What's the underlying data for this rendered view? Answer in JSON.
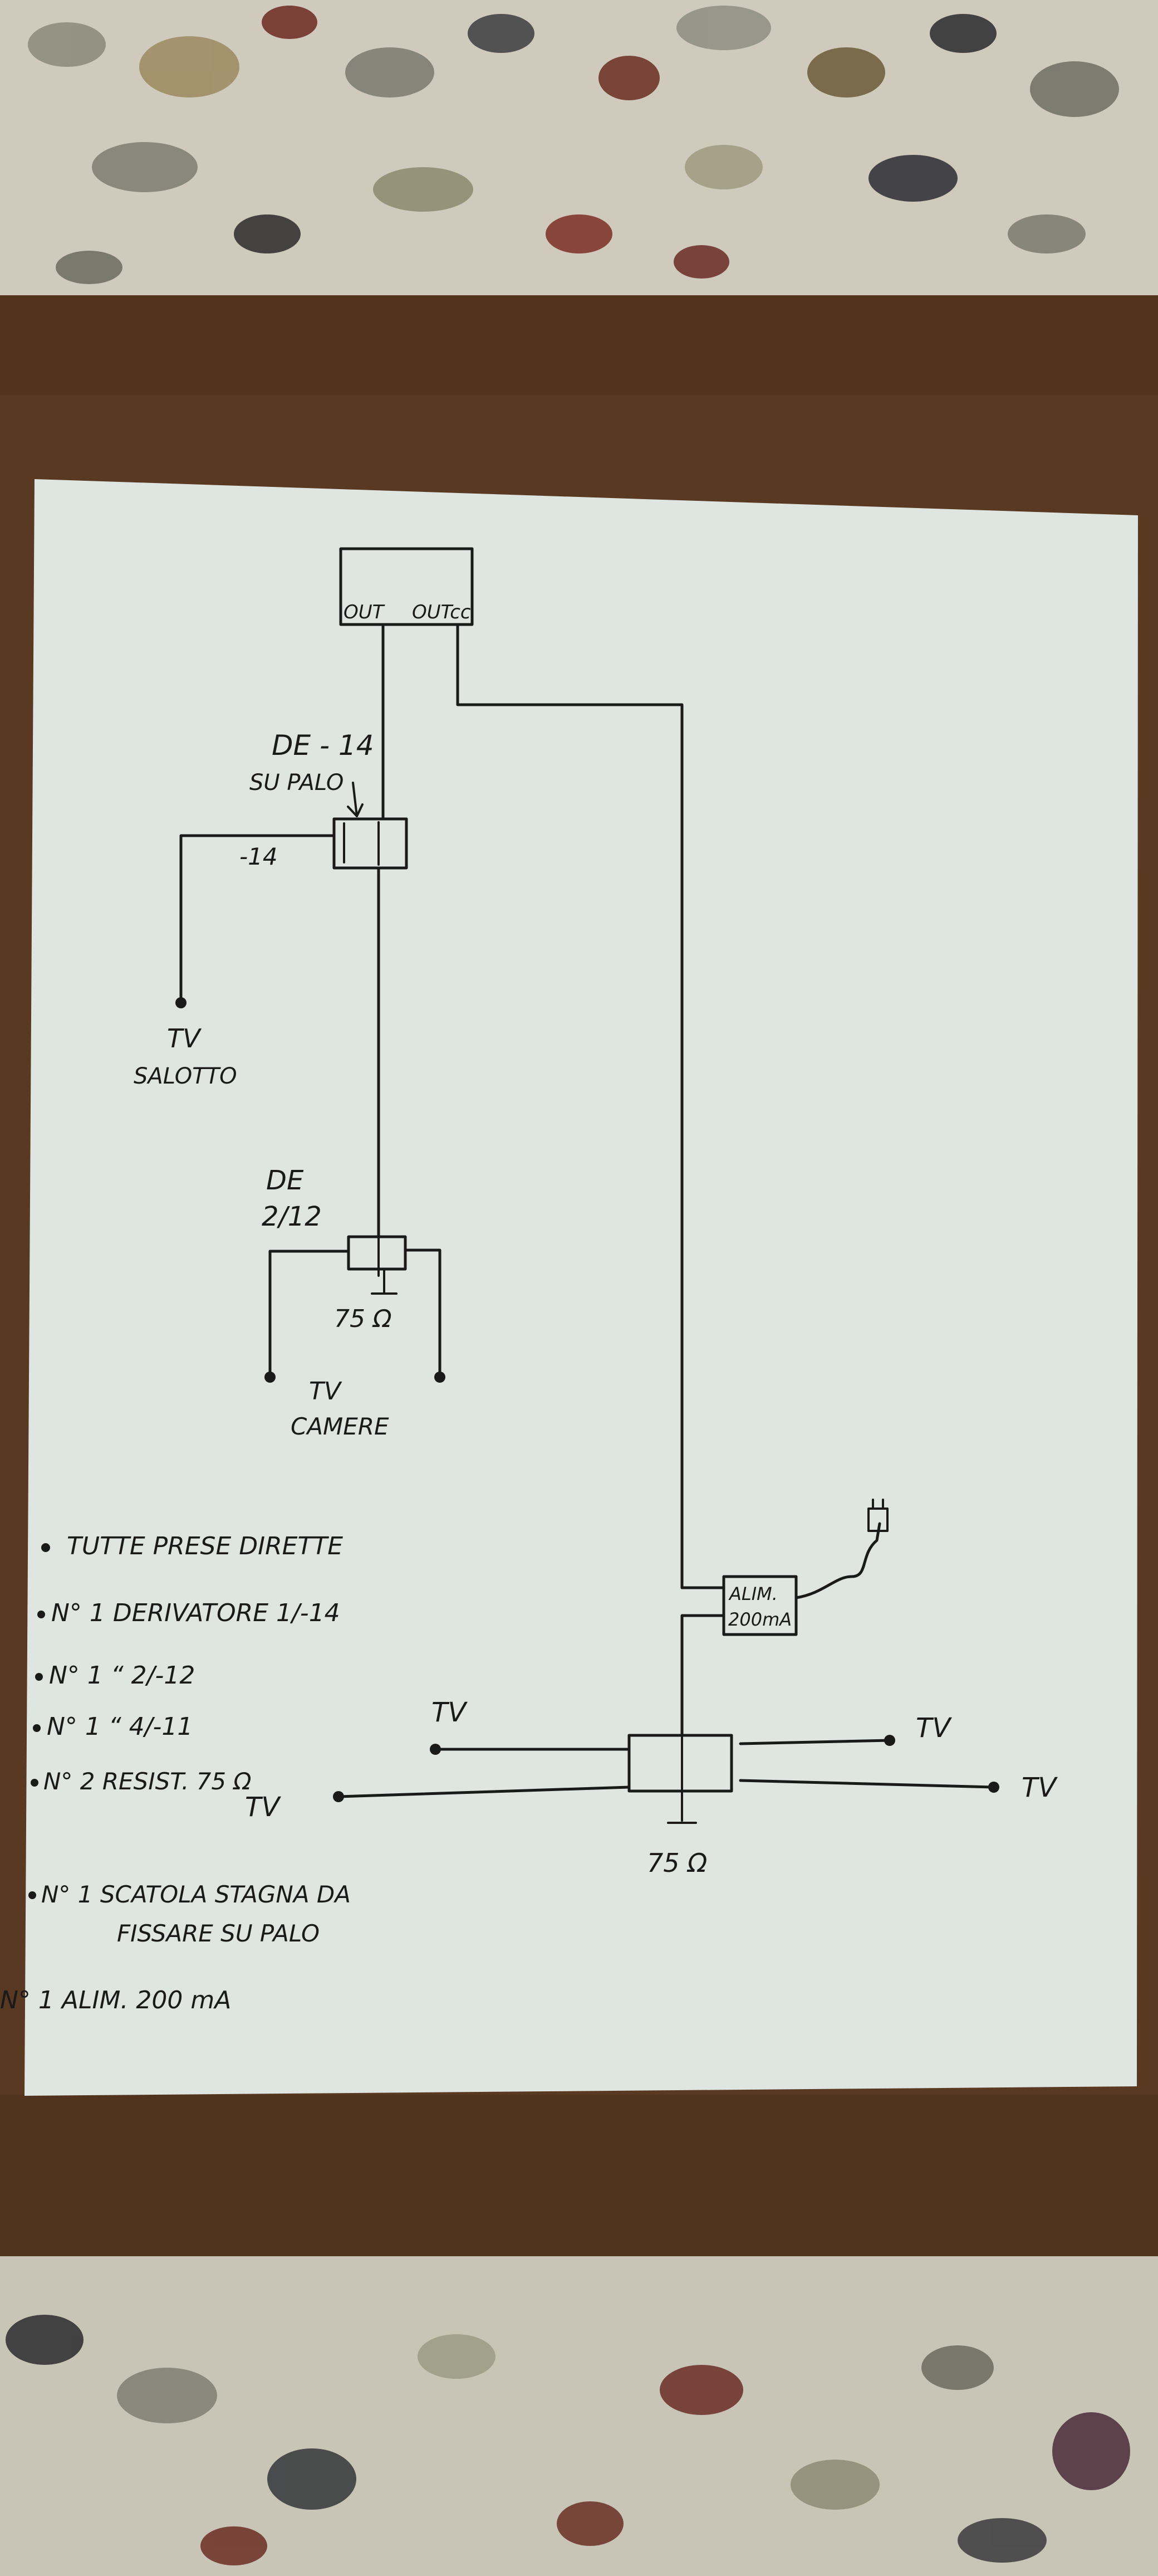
{
  "colors": {
    "paper": "#dfe5e1",
    "ink": "#1a1a1a",
    "wood": "#5a3922",
    "terrazzo": "#cfcabc"
  },
  "diagram": {
    "top_box": {
      "out": "OUT",
      "out_cc": "OUTcc"
    },
    "splitter1": {
      "label_line1": "DE - 14",
      "label_line2": "SU PALO",
      "tap_value": "-14"
    },
    "tv_salotto": {
      "line1": "TV",
      "line2": "SALOTTO"
    },
    "splitter2": {
      "label_line1": "DE",
      "label_line2": "2/12",
      "terminator": "75 Ω"
    },
    "tv_camere": {
      "line1": "TV",
      "line2": "CAMERE"
    },
    "power_supply": {
      "line1": "ALIM.",
      "line2": "200mA"
    },
    "bottom_splitter": {
      "terminator": "75 Ω",
      "tv_left_top": "TV",
      "tv_left_bottom": "TV",
      "tv_right_top": "TV",
      "tv_right_bottom": "TV"
    }
  },
  "notes": [
    "TUTTE PRESE DIRETTE",
    "N° 1 DERIVATORE 1/-14",
    "N° 1 “ 2/-12",
    "N° 1 “ 4/-11",
    "N° 2 RESIST. 75 Ω",
    "N° 1 SCATOLA STAGNA DA",
    "FISSARE SU PALO",
    "N° 1 ALIM. 200 mA"
  ]
}
